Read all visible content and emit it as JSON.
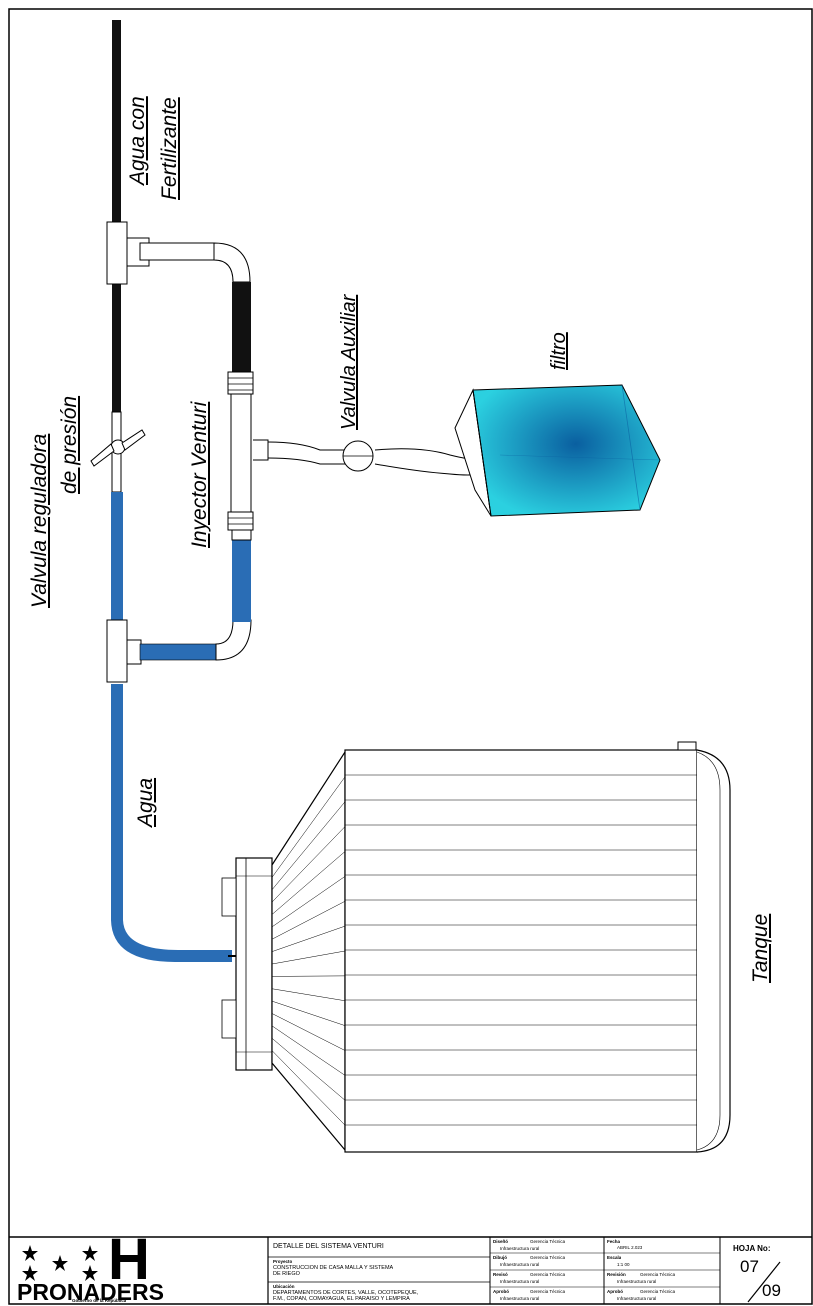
{
  "labels": {
    "agua_con": "Agua con",
    "fertilizante": "Fertilizante",
    "valvula_auxiliar": "Valvula Auxiliar",
    "filtro": "filtro",
    "valvula_reguladora_1": "Valvula reguladora",
    "valvula_reguladora_2": "de presión",
    "inyector_venturi": "Inyector Venturi",
    "agua": "Agua",
    "tanque": "Tanque"
  },
  "title_block": {
    "org_name": "PRONADERS",
    "org_tagline": "Gobierno de la República",
    "logo_letter": "H",
    "drawing_title": "DETALLE DEL SISTEMA VENTURI",
    "project_label": "Proyecto",
    "project_text_1": "CONSTRUCCIÓN DE CASA MALLA Y SISTEMA",
    "project_text_2": "DE RIEGO",
    "location_label": "Ubicación",
    "location_text_1": "DEPARTAMENTOS DE CORTES, VALLE, OCOTEPEQUE,",
    "location_text_2": "F.M., COPÁN, COMAYAGUA, EL PARAÍSO Y LEMPIRA",
    "c1_r1_label": "Diseñó",
    "c1_r1_value": "Gerencia Técnica",
    "c1_r1_sub": "Infraestructura rural",
    "c1_r2_label": "Dibujó",
    "c1_r2_value": "Gerencia Técnica",
    "c1_r2_sub": "Infraestructura rural",
    "c1_r3_label": "Revisó",
    "c1_r3_value": "Gerencia Técnica",
    "c1_r3_sub": "Infraestructura rural",
    "c1_r4_label": "Aprobó",
    "c1_r4_value": "Gerencia Técnica",
    "c1_r4_sub": "Infraestructura rural",
    "c2_r1_label": "Fecha",
    "c2_r1_value": "ABRIL 2.023",
    "c2_r2_label": "Escala",
    "c2_r2_value": "1:1 00",
    "c2_r3_label": "Revisión",
    "c2_r3_value": "Gerencia Técnica",
    "c2_r3_sub": "Infraestructura rural",
    "c2_r4_label": "Aprobó",
    "c2_r4_value": "Gerencia Técnica",
    "c2_r4_sub": "Infraestructura rural",
    "sheet_label": "HOJA No:",
    "sheet_number": "07",
    "sheet_total": "09"
  },
  "colors": {
    "water_blue": "#2a6db5",
    "dark_pipe": "#111111",
    "filter_cyan": "#2bd0e0",
    "filter_dark": "#0a5fa0"
  }
}
